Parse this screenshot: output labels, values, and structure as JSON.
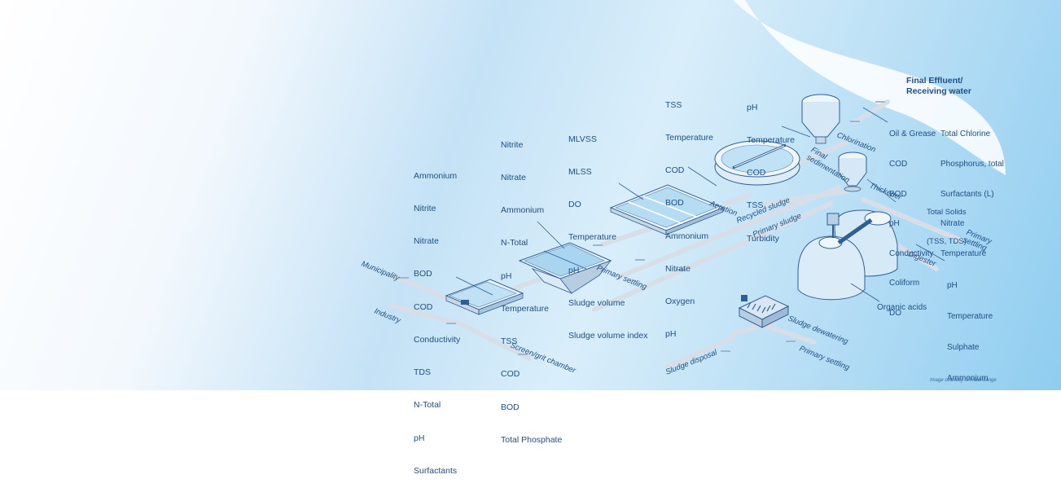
{
  "final_effluent": {
    "title_line1": "Final Effluent/",
    "title_line2": "Receiving water",
    "col1": [
      "Oil & Grease",
      "COD",
      "BOD",
      "pH",
      "Conductivity",
      "Coliform",
      "DO"
    ],
    "col2": [
      "Total Chlorine",
      "Phosphorus, total",
      "Surfactants (L)",
      "Nitrate",
      "Temperature"
    ]
  },
  "screen_params": [
    "Ammonium",
    "Nitrite",
    "Nitrate",
    "BOD",
    "COD",
    "Conductivity",
    "TDS",
    "N-Total",
    "pH",
    "Surfactants"
  ],
  "primary_params": [
    "Nitrite",
    "Nitrate",
    "Ammonium",
    "N-Total",
    "pH",
    "Temperature",
    "TSS",
    "COD",
    "BOD",
    "Total Phosphate"
  ],
  "aeration_params": [
    "MLVSS",
    "MLSS",
    "DO",
    "Temperature",
    "pH",
    "Sludge volume",
    "Sludge volume index"
  ],
  "sedimentation_params": [
    "TSS",
    "Temperature",
    "COD",
    "BOD",
    "Ammonium",
    "Nitrate",
    "Oxygen",
    "pH"
  ],
  "chlorination_params": [
    "pH",
    "Temperature",
    "COD",
    "TSS",
    "Turbidity"
  ],
  "thickener_params": [
    "Total Solids",
    "(TSS, TDS)"
  ],
  "digester_params": [
    "pH",
    "Temperature",
    "Sulphate",
    "Ammonium"
  ],
  "organic_acids": "Organic acids",
  "flow_labels": {
    "municipality": "Municipality",
    "industry": "Industry",
    "screen": "Screen/grit chamber",
    "primary_settling": "Primary settling",
    "aeration": "Aeration",
    "recycled_sludge": "Recycled sludge",
    "primary_sludge": "Primary sludge",
    "final_sed_1": "Final",
    "final_sed_2": "sedimentation",
    "chlorination": "Chlorination",
    "thickener": "Thickener",
    "primary_settling_right_1": "Primary",
    "primary_settling_right_2": "settling",
    "digester": "Digester",
    "sludge_dewatering": "Sludge dewatering",
    "sludge_disposal": "Sludge disposal",
    "primary_settling_bottom": "Primary settling"
  },
  "credit": "Image courtesy of Hach Lange",
  "colors": {
    "text": "#1f4f86",
    "pipe": "#d6dde6",
    "tank": "#e6f1fa",
    "water": "#8fc7ea"
  }
}
